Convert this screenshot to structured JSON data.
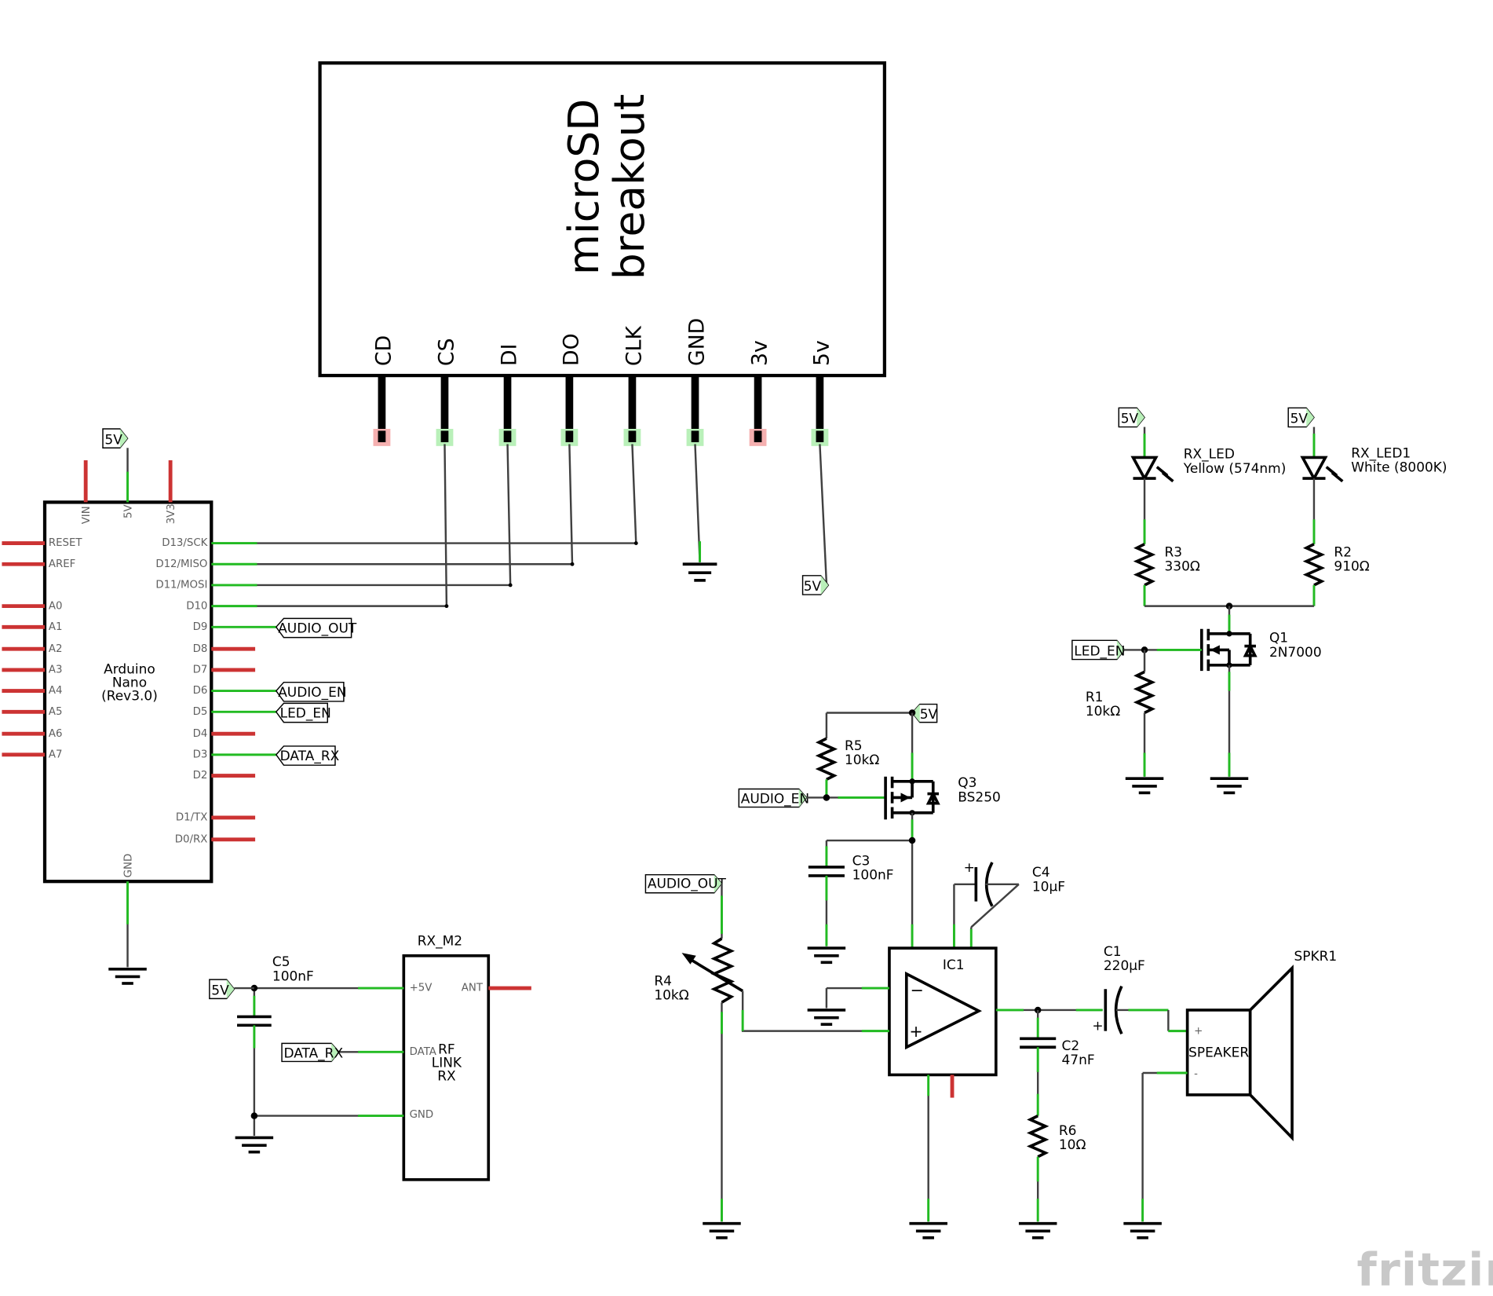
{
  "microsd": {
    "title_line1": "microSD",
    "title_line2": "breakout",
    "pins": [
      "CD",
      "CS",
      "DI",
      "DO",
      "CLK",
      "GND",
      "3v",
      "5v"
    ]
  },
  "arduino": {
    "name_line1": "Arduino",
    "name_line2": "Nano",
    "name_line3": "(Rev3.0)",
    "top_pins": [
      "VIN",
      "5V",
      "3V3"
    ],
    "left_pins": [
      "RESET",
      "AREF",
      "A0",
      "A1",
      "A2",
      "A3",
      "A4",
      "A5",
      "A6",
      "A7"
    ],
    "right_pins": [
      "D13/SCK",
      "D12/MISO",
      "D11/MOSI",
      "D10",
      "D9",
      "D8",
      "D7",
      "D6",
      "D5",
      "D4",
      "D3",
      "D2",
      "D1/TX",
      "D0/RX"
    ],
    "bottom_pin": "GND"
  },
  "net_labels": {
    "v5": "5V",
    "audio_out": "AUDIO_OUT",
    "audio_en": "AUDIO_EN",
    "led_en": "LED_EN",
    "data_rx": "DATA_RX"
  },
  "components": {
    "rx_led": {
      "name": "RX_LED",
      "desc": "Yellow (574nm)"
    },
    "rx_led1": {
      "name": "RX_LED1",
      "desc": "White (8000K)"
    },
    "r1": {
      "name": "R1",
      "value": "10kΩ"
    },
    "r2": {
      "name": "R2",
      "value": "910Ω"
    },
    "r3": {
      "name": "R3",
      "value": "330Ω"
    },
    "r4": {
      "name": "R4",
      "value": "10kΩ"
    },
    "r5": {
      "name": "R5",
      "value": "10kΩ"
    },
    "r6": {
      "name": "R6",
      "value": "10Ω"
    },
    "q1": {
      "name": "Q1",
      "value": "2N7000"
    },
    "q3": {
      "name": "Q3",
      "value": "BS250"
    },
    "c1": {
      "name": "C1",
      "value": "220µF"
    },
    "c2": {
      "name": "C2",
      "value": "47nF"
    },
    "c3": {
      "name": "C3",
      "value": "100nF"
    },
    "c4": {
      "name": "C4",
      "value": "10µF"
    },
    "c5": {
      "name": "C5",
      "value": "100nF"
    },
    "ic1": {
      "name": "IC1"
    },
    "spkr1": {
      "name": "SPKR1",
      "inner": "SPEAKER"
    },
    "rx_m2": {
      "name": "RX_M2",
      "line1": "RF",
      "line2": "LINK",
      "line3": "RX",
      "pin_5v": "+5V",
      "pin_data": "DATA",
      "pin_gnd": "GND",
      "pin_ant": "ANT"
    }
  },
  "watermark": "fritzing"
}
